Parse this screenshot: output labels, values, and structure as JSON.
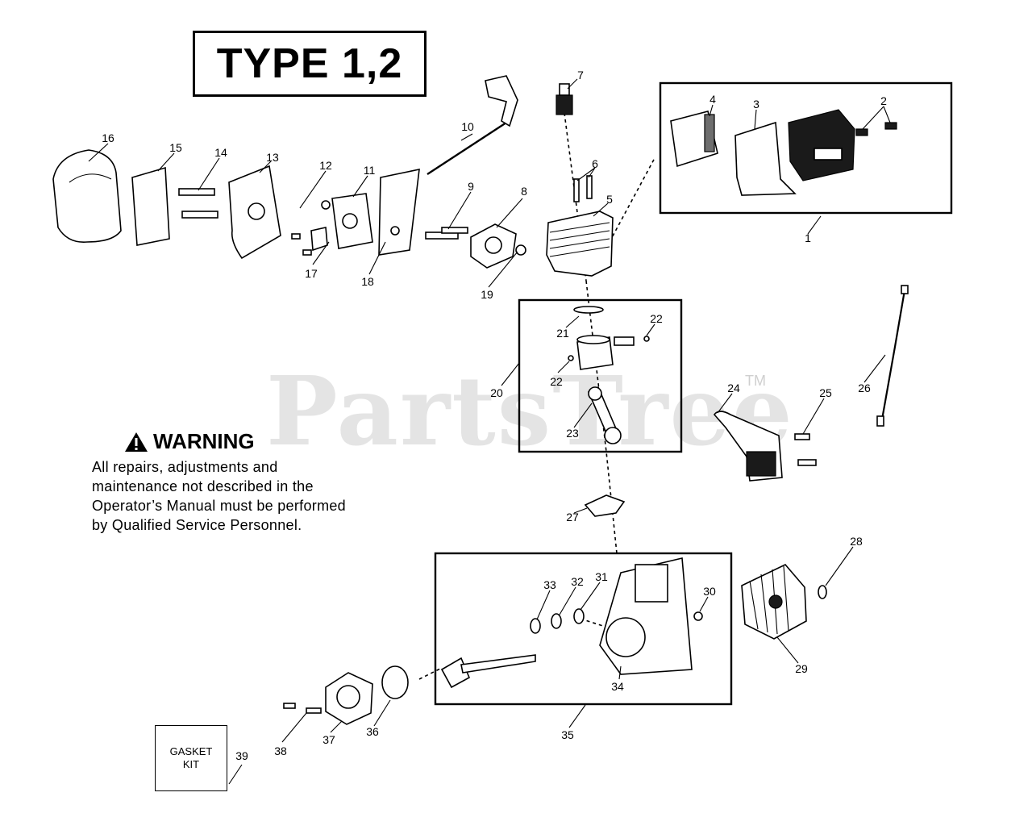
{
  "title": "TYPE 1,2",
  "watermark": {
    "text": "PartsTree",
    "tm": "TM"
  },
  "warning": {
    "heading": "WARNING",
    "body": "All repairs, adjustments and maintenance not described in the Operator’s Manual must be performed by Qualified Service Personnel."
  },
  "gasket_kit": {
    "line1": "GASKET",
    "line2": "KIT"
  },
  "callouts": [
    "1",
    "2",
    "3",
    "4",
    "5",
    "6",
    "7",
    "8",
    "9",
    "10",
    "11",
    "12",
    "13",
    "14",
    "15",
    "16",
    "17",
    "18",
    "19",
    "20",
    "21",
    "22",
    "22",
    "23",
    "24",
    "25",
    "26",
    "27",
    "28",
    "29",
    "30",
    "31",
    "32",
    "33",
    "34",
    "35",
    "36",
    "37",
    "38",
    "39"
  ]
}
